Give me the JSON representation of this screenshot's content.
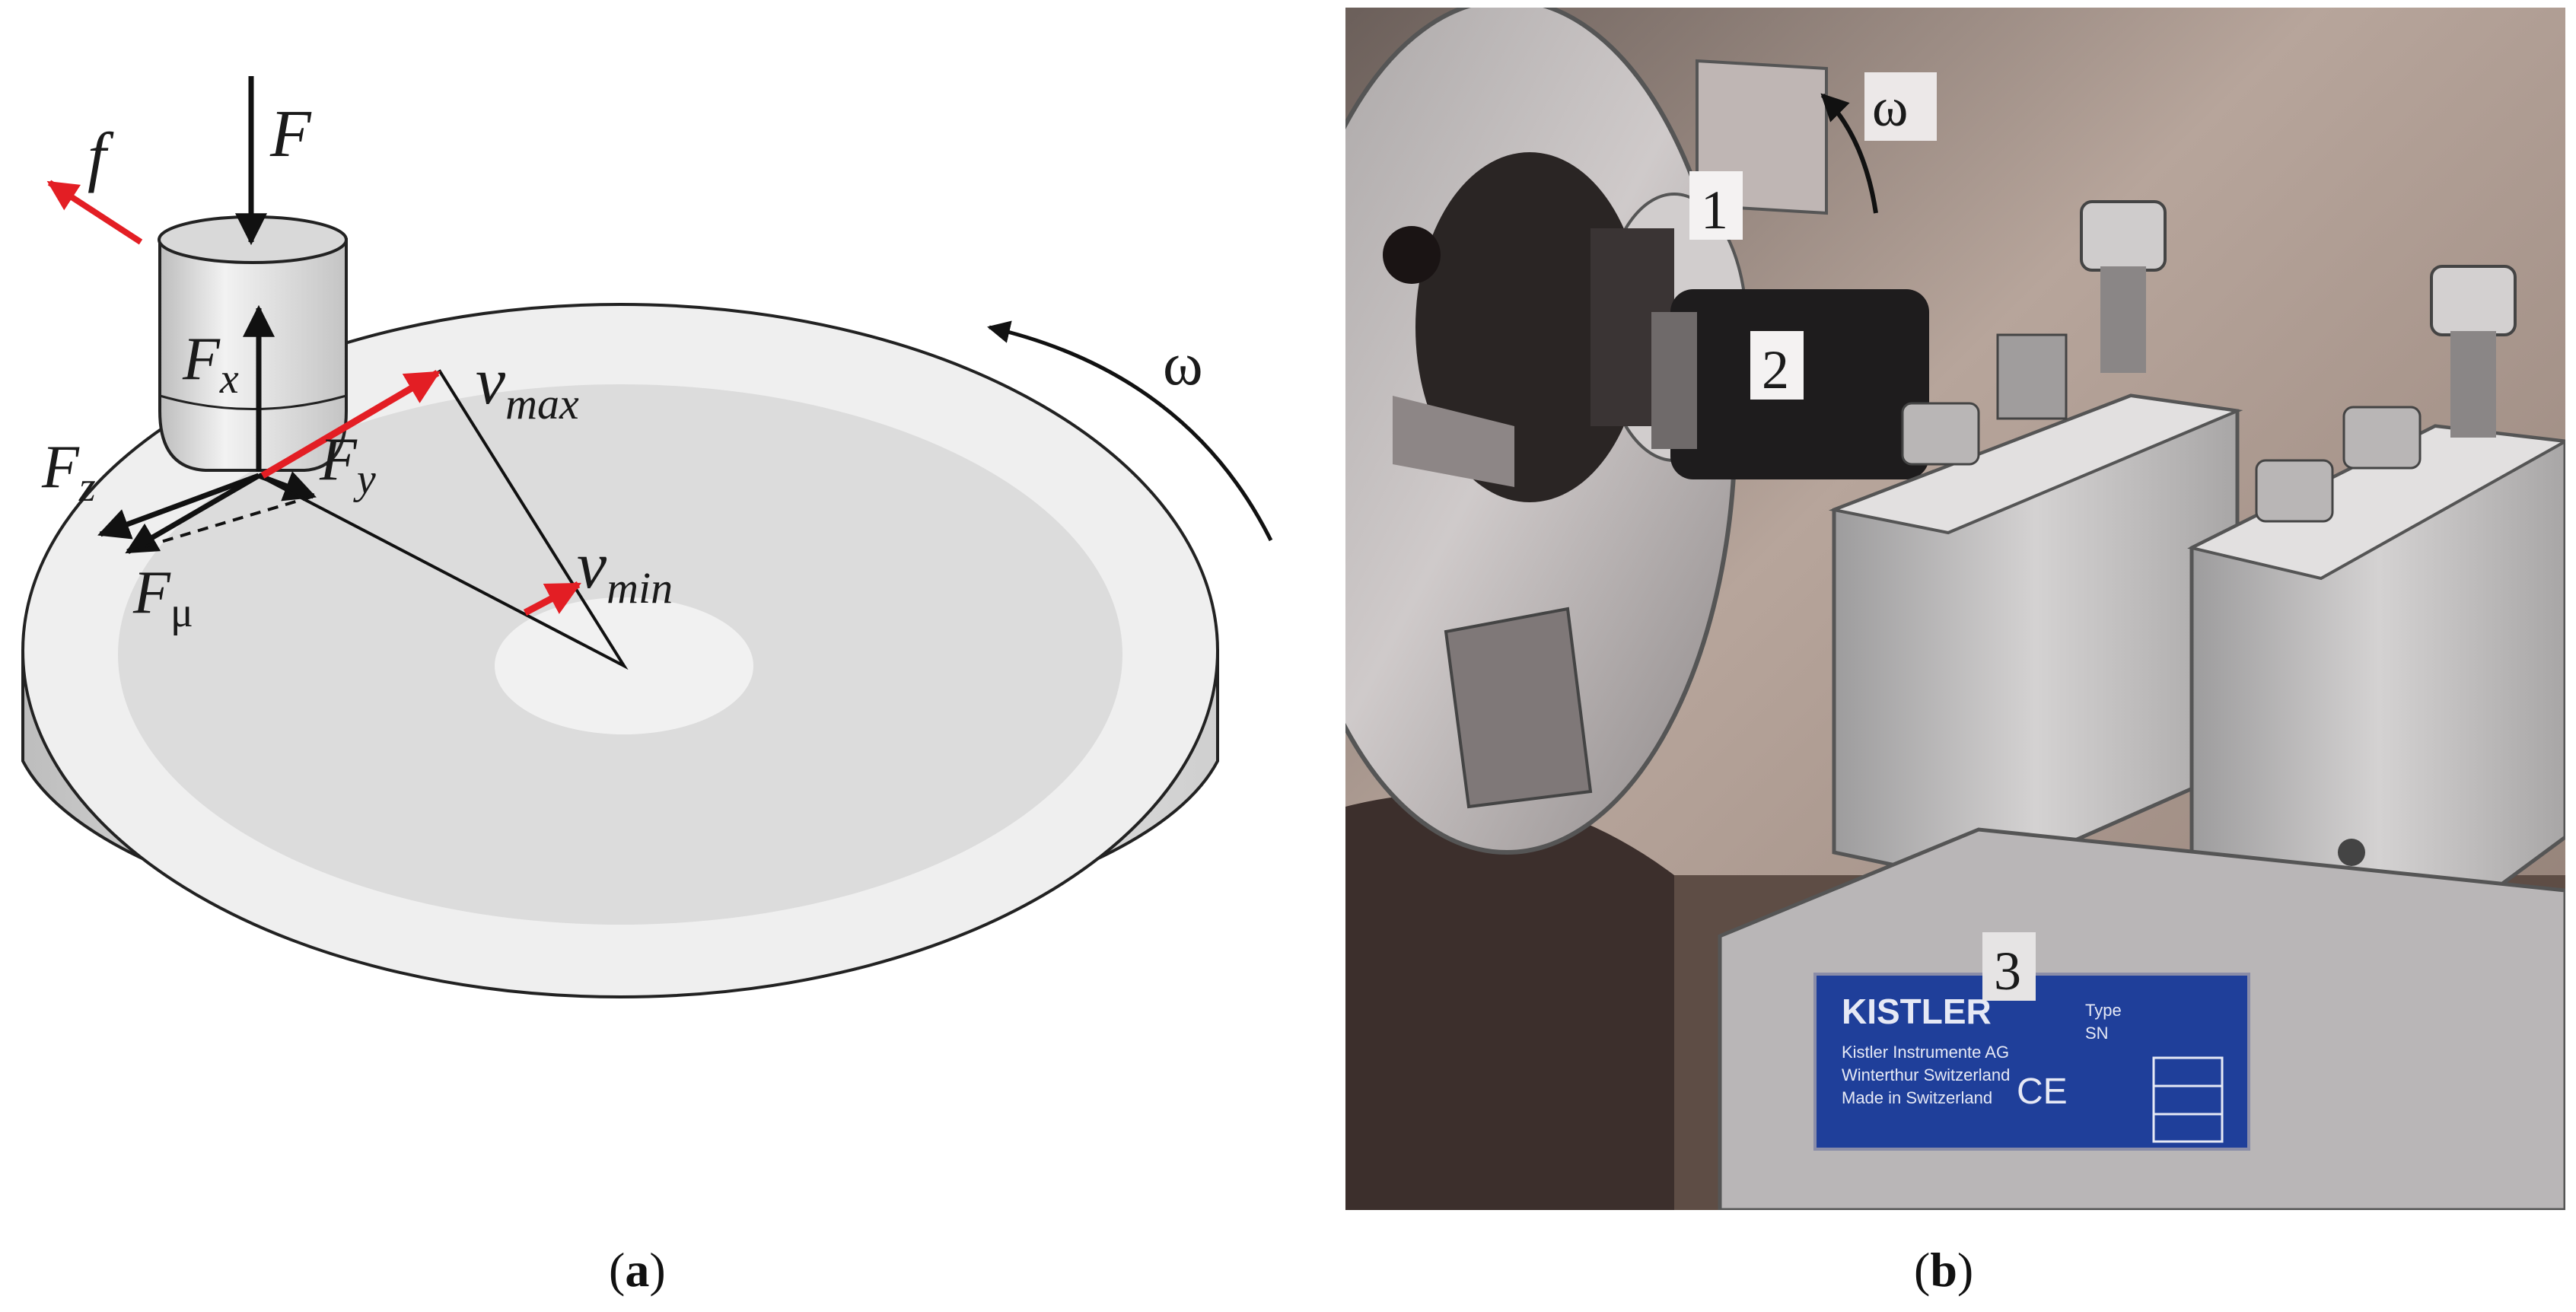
{
  "panel_a": {
    "caption_open": "(",
    "caption_letter": "a",
    "caption_close": ")",
    "labels": {
      "F": "F",
      "f": "f",
      "Fx_main": "F",
      "Fx_sub": "x",
      "Fy_main": "F",
      "Fy_sub": "y",
      "Fz_main": "F",
      "Fz_sub": "z",
      "Fmu_main": "F",
      "Fmu_sub": "μ",
      "vmax_main": "v",
      "vmax_sub": "max",
      "vmin_main": "v",
      "vmin_sub": "min",
      "omega": "ω"
    }
  },
  "panel_b": {
    "caption_open": "(",
    "caption_letter": "b",
    "caption_close": ")",
    "labels": {
      "n1": "1",
      "n2": "2",
      "n3": "3",
      "omega": "ω",
      "brand": "KISTLER",
      "plate_line1": "Kistler Instrumente AG",
      "plate_line2": "Winterthur Switzerland",
      "plate_line3": "Made in Switzerland",
      "type_label": "Type",
      "sn_label": "SN",
      "ce_mark": "CE"
    }
  },
  "colors": {
    "red_arrow": "#e31e24",
    "black": "#111111",
    "disk_top": "#ededed",
    "disk_inner": "#dcdcdc",
    "plate_blue": "#1f3f9a"
  }
}
